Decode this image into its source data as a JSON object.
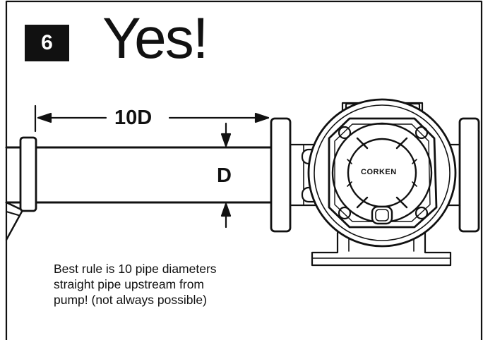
{
  "step_number": "6",
  "title": "Yes!",
  "length_label": "10D",
  "diameter_label": "D",
  "pump_brand": "CORKEN",
  "note": "Best rule is 10 pipe diameters\nstraight pipe upstream from\npump! (not always possible)",
  "icons": [
    "pump-icon",
    "pipe-icon",
    "strainer-icon",
    "dimension-arrow-icon"
  ],
  "colors": {
    "ink": "#111111",
    "paper": "#ffffff"
  }
}
